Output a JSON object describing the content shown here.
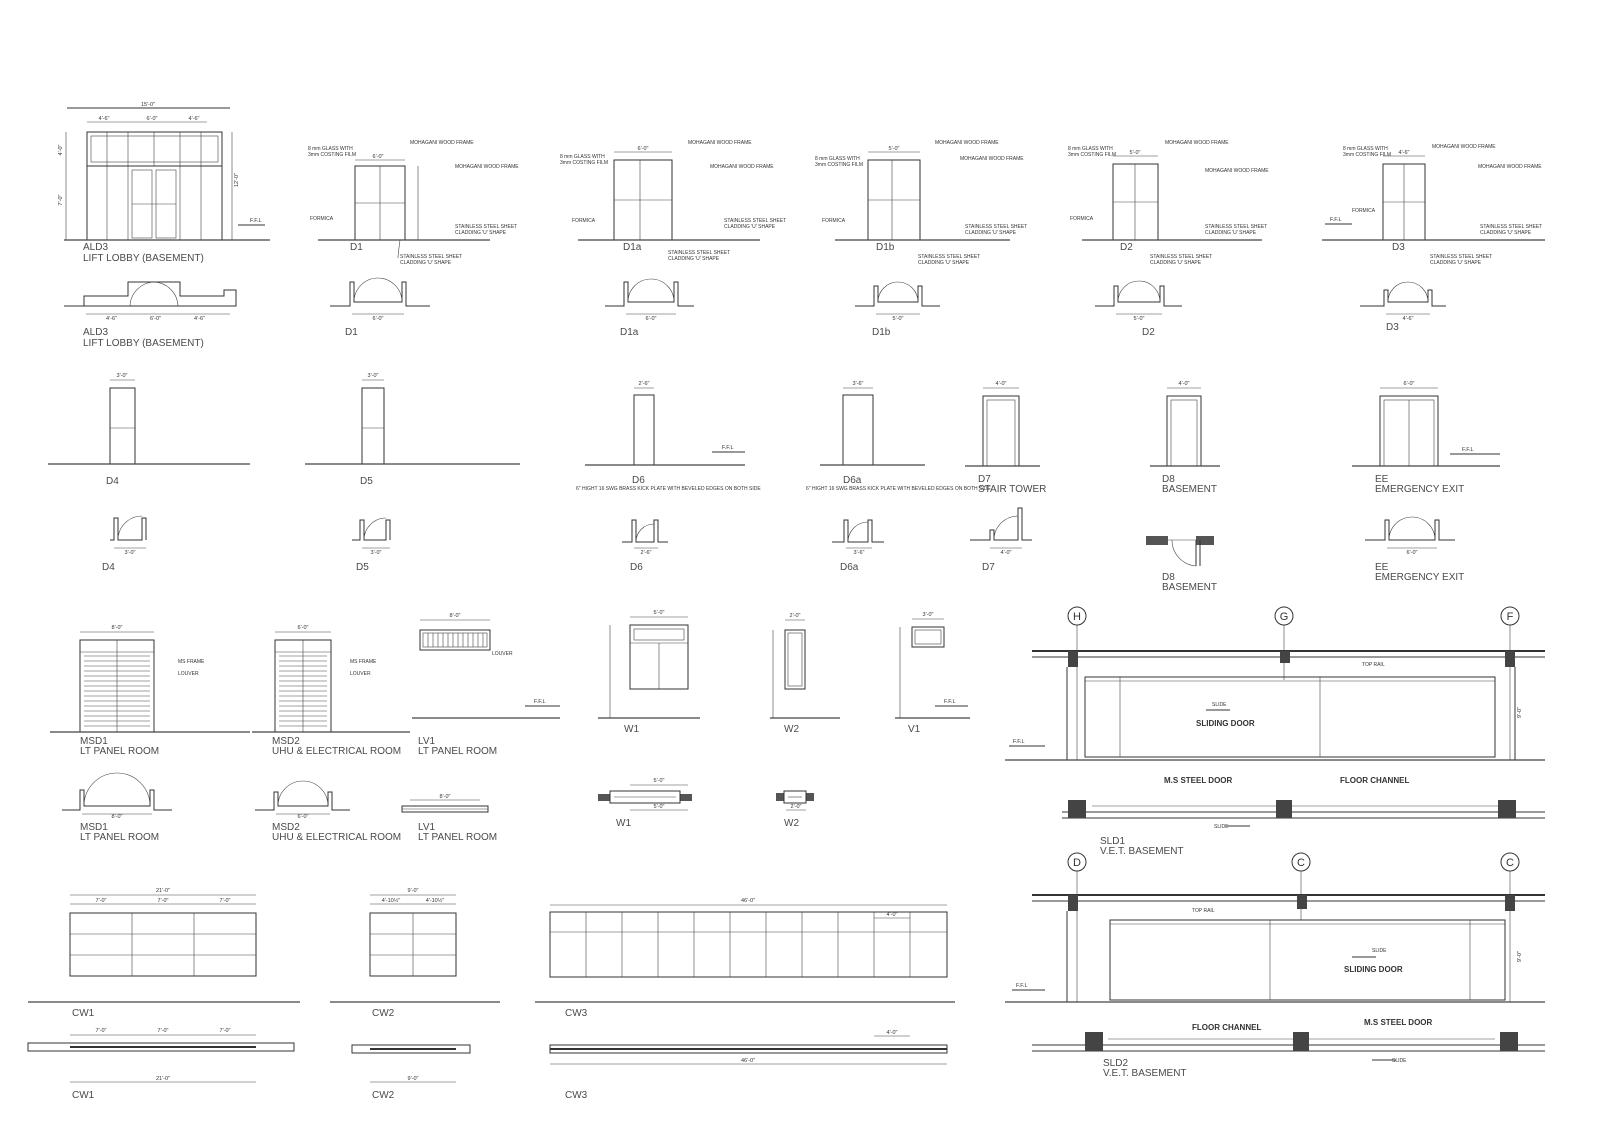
{
  "row1": [
    {
      "id": "ald3",
      "tag": "ALD3",
      "sub": "LIFT LOBBY (BASEMENT)",
      "plan_tag": "ALD3",
      "plan_sub": "LIFT LOBBY (BASEMENT)",
      "dim_total": "15'-0\"",
      "dim_a": "4'-6\"",
      "dim_b": "6'-0\"",
      "dim_c": "4'-6\"",
      "h1": "4'-0\"",
      "h2": "7'-0\"",
      "h3": "12'-0\"",
      "ffl": "F.F.L"
    },
    {
      "id": "d1",
      "tag": "D1",
      "plan_tag": "D1",
      "width": "6'-0\"",
      "notes": [
        "8 mm GLASS WITH",
        "3mm COSTING FILM",
        "MOHAGANI WOOD FRAME",
        "FORMICA",
        "STAINLESS STEEL SHEET",
        "CLADDING 'U' SHAPE"
      ]
    },
    {
      "id": "d1a",
      "tag": "D1a",
      "plan_tag": "D1a",
      "width": "6'-0\"",
      "notes": [
        "8 mm GLASS WITH",
        "3mm COSTING FILM",
        "MOHAGANI WOOD FRAME",
        "FORMICA",
        "STAINLESS STEEL SHEET",
        "CLADDING 'U' SHAPE"
      ]
    },
    {
      "id": "d1b",
      "tag": "D1b",
      "plan_tag": "D1b",
      "width": "5'-0\"",
      "notes": [
        "8 mm GLASS WITH",
        "3mm COSTING FILM",
        "MOHAGANI WOOD FRAME",
        "FORMICA",
        "STAINLESS STEEL SHEET",
        "CLADDING 'U' SHAPE"
      ]
    },
    {
      "id": "d2",
      "tag": "D2",
      "plan_tag": "D2",
      "width": "5'-0\"",
      "notes": [
        "8 mm GLASS WITH",
        "3mm COSTING FILM",
        "MOHAGANI WOOD FRAME",
        "FORMICA",
        "STAINLESS STEEL SHEET",
        "CLADDING 'U' SHAPE"
      ]
    },
    {
      "id": "d3",
      "tag": "D3",
      "plan_tag": "D3",
      "width": "4'-6\"",
      "ffl": "F.F.L",
      "notes": [
        "8 mm GLASS WITH",
        "3mm COSTING FILM",
        "MOHAGANI WOOD FRAME",
        "FORMICA",
        "STAINLESS STEEL SHEET",
        "CLADDING 'U' SHAPE"
      ]
    }
  ],
  "row2": [
    {
      "id": "d4",
      "tag": "D4",
      "plan_tag": "D4",
      "width": "3'-0\""
    },
    {
      "id": "d5",
      "tag": "D5",
      "plan_tag": "D5",
      "width": "3'-0\""
    },
    {
      "id": "d6",
      "tag": "D6",
      "plan_tag": "D6",
      "width": "2'-6\"",
      "ffl": "F.F.L",
      "note": "6\" HIGHT 16 SWG BRASS KICK PLATE WITH BEVELED EDGES ON BOTH SIDE"
    },
    {
      "id": "d6a",
      "tag": "D6a",
      "plan_tag": "D6a",
      "width": "3'-6\"",
      "note": "6\" HIGHT 16 SWG BRASS KICK PLATE WITH BEVELED EDGES ON BOTH SIDE"
    },
    {
      "id": "d7",
      "tag": "D7",
      "sub": "STAIR TOWER",
      "plan_tag": "D7",
      "width": "4'-0\""
    },
    {
      "id": "d8",
      "tag": "D8",
      "sub": "BASEMENT",
      "plan_tag": "D8",
      "plan_sub": "BASEMENT",
      "width": "4'-0\""
    },
    {
      "id": "ee",
      "tag": "EE",
      "sub": "EMERGENCY EXIT",
      "plan_tag": "EE",
      "plan_sub": "EMERGENCY EXIT",
      "width": "6'-0\"",
      "ffl": "F.F.L"
    }
  ],
  "row3": [
    {
      "id": "msd1",
      "tag": "MSD1",
      "sub": "LT  PANEL ROOM",
      "plan_tag": "MSD1",
      "plan_sub": "LT PANEL ROOM",
      "width": "8'-0\"",
      "notes": [
        "MS FRAME",
        "LOUVER"
      ]
    },
    {
      "id": "msd2",
      "tag": "MSD2",
      "sub": "UHU & ELECTRICAL ROOM",
      "plan_tag": "MSD2",
      "plan_sub": "UHU & ELECTRICAL ROOM",
      "width": "6'-0\"",
      "notes": [
        "MS FRAME",
        "LOUVER"
      ]
    },
    {
      "id": "lv1",
      "tag": "LV1",
      "sub": "LT PANEL ROOM",
      "plan_tag": "LV1",
      "plan_sub": "LT PANEL ROOM",
      "width": "8'-0\"",
      "ffl": "F.F.L",
      "notes": [
        "LOUVER"
      ]
    },
    {
      "id": "w1",
      "tag": "W1",
      "plan_tag": "W1",
      "width": "5'-0\""
    },
    {
      "id": "w2",
      "tag": "W2",
      "plan_tag": "W2",
      "width": "2'-0\""
    },
    {
      "id": "v1",
      "tag": "V1",
      "width": "3'-0\"",
      "ffl": "F.F.L"
    }
  ],
  "row4": [
    {
      "id": "cw1",
      "tag": "CW1",
      "plan_tag": "CW1",
      "width": "21'-0\"",
      "bays": [
        "7'-0\"",
        "7'-0\"",
        "7'-0\""
      ]
    },
    {
      "id": "cw2",
      "tag": "CW2",
      "plan_tag": "CW2",
      "width": "9'-0\"",
      "bays": [
        "4'-10½\"",
        "4'-10½\""
      ]
    },
    {
      "id": "cw3",
      "tag": "CW3",
      "plan_tag": "CW3",
      "width": "46'-0\"",
      "bay": "4'-0\""
    }
  ],
  "sld1": {
    "tag": "SLD1",
    "sub": "V.E.T.  BASEMENT",
    "grids": [
      "H",
      "G",
      "F"
    ],
    "top_rail": "TOP RAIL",
    "slide": "SLIDE",
    "door": "SLIDING DOOR",
    "ms": "M.S STEEL DOOR",
    "channel": "FLOOR CHANNEL",
    "ffl": "F.F.L",
    "h": "9'-0\""
  },
  "sld2": {
    "tag": "SLD2",
    "sub": "V.E.T.  BASEMENT",
    "grids": [
      "D",
      "C",
      "C"
    ],
    "top_rail": "TOP RAIL",
    "slide": "SLIDE",
    "door": "SLIDING DOOR",
    "ms": "M.S STEEL DOOR",
    "channel": "FLOOR CHANNEL",
    "ffl": "F.F.L",
    "h": "9'-0\""
  }
}
